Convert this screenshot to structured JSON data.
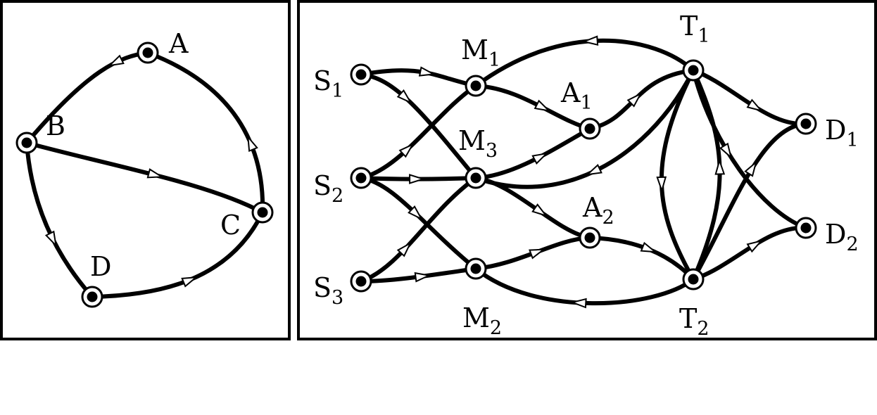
{
  "colors": {
    "stroke": "#000000",
    "background": "#ffffff",
    "arrow_fill": "#ffffff"
  },
  "panels": [
    {
      "nodes": [
        {
          "id": "A",
          "label": "A",
          "sub": ""
        },
        {
          "id": "B",
          "label": "B",
          "sub": ""
        },
        {
          "id": "C",
          "label": "C",
          "sub": ""
        },
        {
          "id": "D",
          "label": "D",
          "sub": ""
        }
      ],
      "edges": [
        {
          "from": "A",
          "to": "B"
        },
        {
          "from": "C",
          "to": "A"
        },
        {
          "from": "B",
          "to": "C"
        },
        {
          "from": "B",
          "to": "D"
        },
        {
          "from": "D",
          "to": "C"
        }
      ]
    },
    {
      "nodes": [
        {
          "id": "S1",
          "label": "S",
          "sub": "1"
        },
        {
          "id": "S2",
          "label": "S",
          "sub": "2"
        },
        {
          "id": "S3",
          "label": "S",
          "sub": "3"
        },
        {
          "id": "M1",
          "label": "M",
          "sub": "1"
        },
        {
          "id": "M3",
          "label": "M",
          "sub": "3"
        },
        {
          "id": "M2",
          "label": "M",
          "sub": "2"
        },
        {
          "id": "A1",
          "label": "A",
          "sub": "1"
        },
        {
          "id": "A2",
          "label": "A",
          "sub": "2"
        },
        {
          "id": "T1",
          "label": "T",
          "sub": "1"
        },
        {
          "id": "T2",
          "label": "T",
          "sub": "2"
        },
        {
          "id": "D1",
          "label": "D",
          "sub": "1"
        },
        {
          "id": "D2",
          "label": "D",
          "sub": "2"
        }
      ],
      "edges": [
        {
          "from": "S1",
          "to": "M1"
        },
        {
          "from": "S1",
          "to": "M3"
        },
        {
          "from": "S2",
          "to": "M1"
        },
        {
          "from": "S2",
          "to": "M3"
        },
        {
          "from": "S2",
          "to": "M2"
        },
        {
          "from": "S3",
          "to": "M3"
        },
        {
          "from": "S3",
          "to": "M2"
        },
        {
          "from": "M1",
          "to": "A1"
        },
        {
          "from": "T1",
          "to": "M1"
        },
        {
          "from": "M3",
          "to": "A1"
        },
        {
          "from": "M3",
          "to": "A2"
        },
        {
          "from": "T1",
          "to": "M3"
        },
        {
          "from": "M2",
          "to": "A2"
        },
        {
          "from": "T2",
          "to": "M2"
        },
        {
          "from": "A1",
          "to": "T1"
        },
        {
          "from": "A2",
          "to": "T2"
        },
        {
          "from": "T1",
          "to": "D1"
        },
        {
          "from": "T1",
          "to": "D2"
        },
        {
          "from": "T1",
          "to": "T2"
        },
        {
          "from": "T2",
          "to": "T1"
        },
        {
          "from": "T2",
          "to": "D1"
        },
        {
          "from": "T2",
          "to": "D2"
        }
      ]
    }
  ]
}
